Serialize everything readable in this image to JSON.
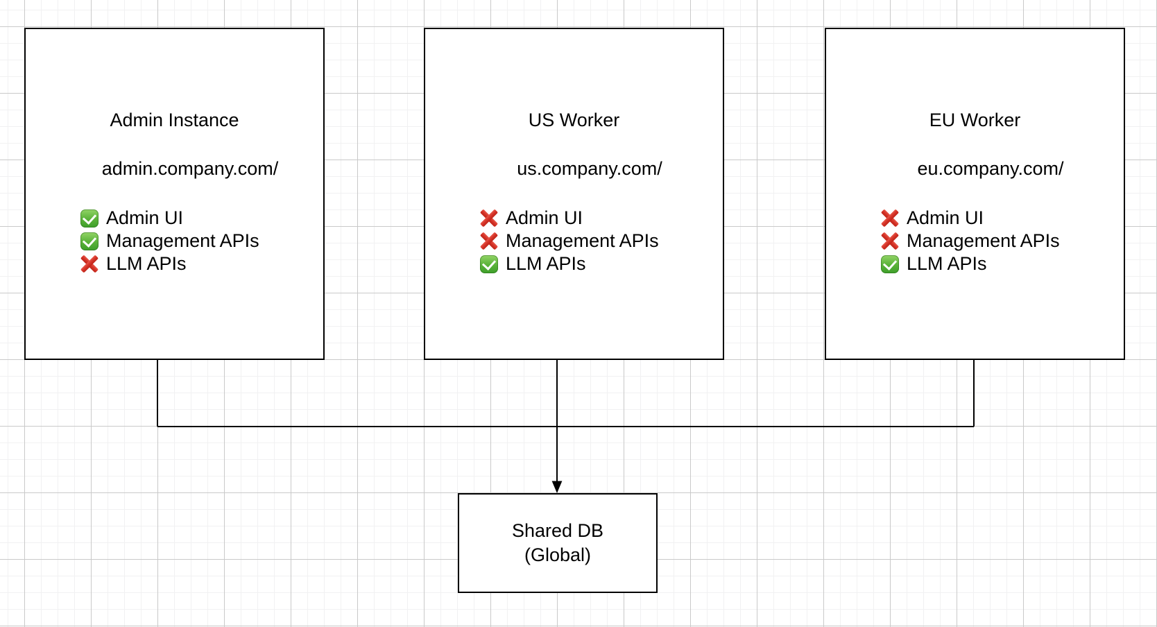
{
  "canvas": {
    "background": "#ffffff",
    "grid_minor_color": "#f1f1f2",
    "grid_major_color": "#c9c9c9",
    "edge_color": "#000000",
    "check_icon_color": "#4fae33",
    "cross_icon_color": "#d6352a",
    "text_color": "#000000"
  },
  "nodes": [
    {
      "title": "Admin Instance",
      "subtitle": "admin.company.com/",
      "items": [
        {
          "status": "check",
          "label": "Admin UI"
        },
        {
          "status": "check",
          "label": "Management APIs"
        },
        {
          "status": "cross",
          "label": "LLM APIs"
        }
      ]
    },
    {
      "title": "US Worker",
      "subtitle": "us.company.com/",
      "items": [
        {
          "status": "cross",
          "label": "Admin UI"
        },
        {
          "status": "cross",
          "label": "Management APIs"
        },
        {
          "status": "check",
          "label": "LLM APIs"
        }
      ]
    },
    {
      "title": "EU Worker",
      "subtitle": "eu.company.com/",
      "items": [
        {
          "status": "cross",
          "label": "Admin UI"
        },
        {
          "status": "cross",
          "label": "Management APIs"
        },
        {
          "status": "check",
          "label": "LLM APIs"
        }
      ]
    }
  ],
  "db_node": {
    "title": "Shared DB",
    "subtitle": "(Global)"
  }
}
